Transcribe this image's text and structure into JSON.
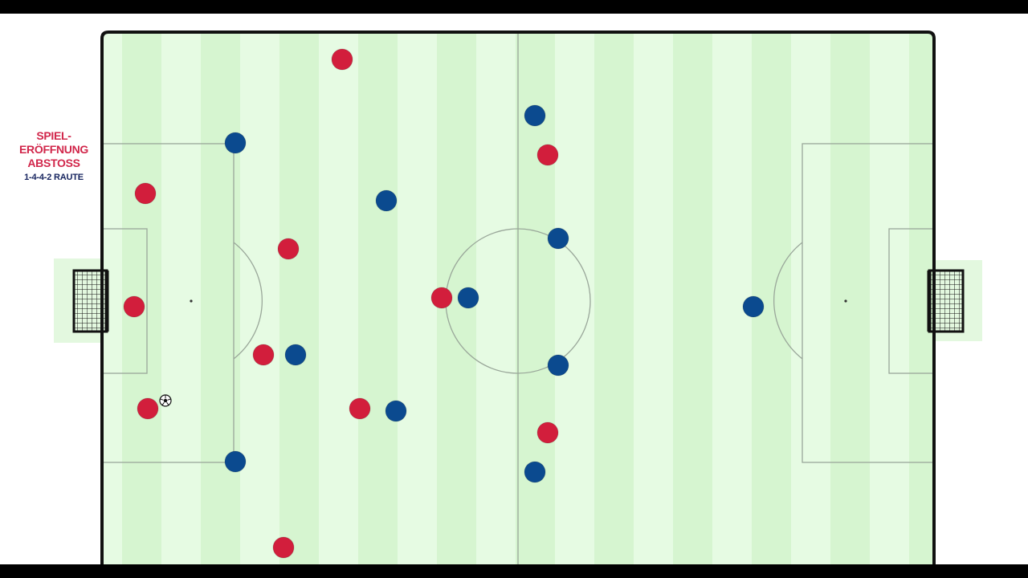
{
  "title": {
    "lines": [
      "SPIEL-",
      "ERÖFFNUNG",
      "ABSTOSS"
    ],
    "subtitle": "1-4-4-2 RAUTE",
    "title_color": "#d1264a",
    "subtitle_color": "#15235e"
  },
  "colors": {
    "red_team": "#d21e3c",
    "blue_team": "#0b4a8f",
    "grass_dark": "#d6f5d0",
    "grass_light": "#e6fbe3",
    "lines": "#9aa79a"
  },
  "teams": [
    {
      "id": "red",
      "color_key": "red_team",
      "player_count": 11
    },
    {
      "id": "blue",
      "color_key": "blue_team",
      "player_count": 11
    }
  ],
  "ball": {
    "icon": "soccer-ball-icon"
  },
  "goals": [
    {
      "side": "left",
      "icon": "goal-net-icon"
    },
    {
      "side": "right",
      "icon": "goal-net-icon"
    }
  ]
}
